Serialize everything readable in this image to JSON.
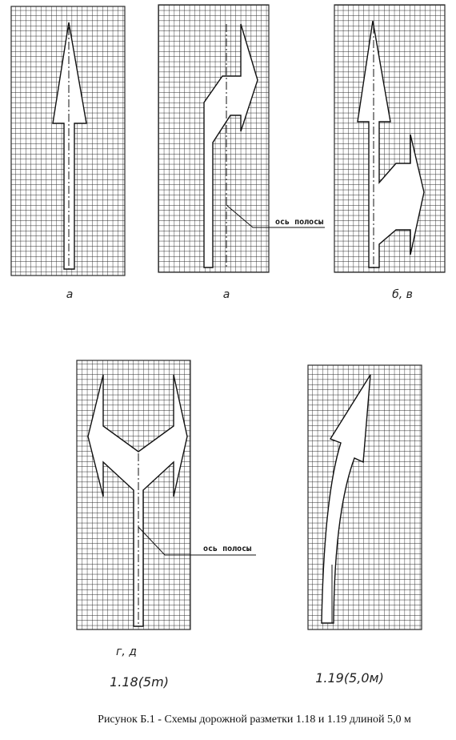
{
  "figures": [
    {
      "id": "straight",
      "label": "а"
    },
    {
      "id": "right",
      "label": "а"
    },
    {
      "id": "straight-right",
      "label": "б, в"
    },
    {
      "id": "left-right",
      "label": "г, д"
    },
    {
      "id": "curve-left",
      "label": ""
    }
  ],
  "axis_note_1": "ось полосы",
  "axis_note_2": "ось полосы",
  "marking_118": "1.18(5m)",
  "marking_119": "1.19(5,0м)",
  "caption": "Рисунок Б.1 - Схемы дорожной разметки 1.18 и 1.19 длиной 5,0 м",
  "colors": {
    "grid": "#2a2a2a",
    "arrow_fill": "#ffffff",
    "text": "#111111"
  }
}
